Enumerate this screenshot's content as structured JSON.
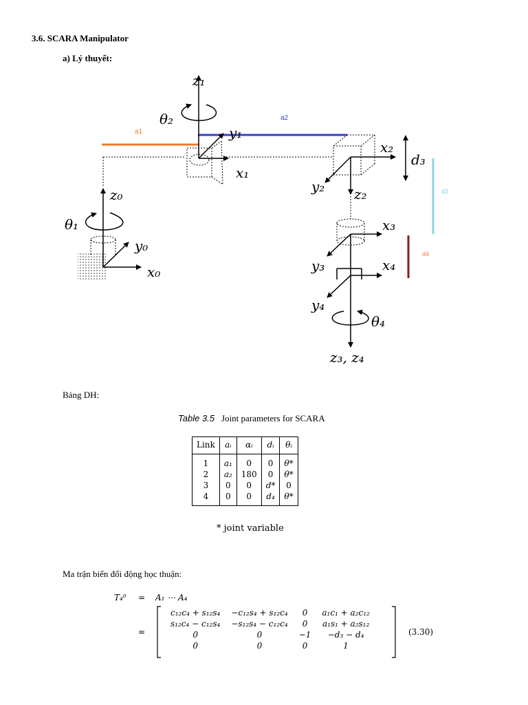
{
  "section_title": "3.6. SCARA Manipulator",
  "subsection_title": "a) Lý thuyết:",
  "diagram": {
    "labels": {
      "z1": "z₁",
      "theta2": "θ₂",
      "y1": "y₁",
      "x1": "x₁",
      "a1": "a1",
      "a2": "a2",
      "x2": "x₂",
      "d3_black": "d₃",
      "d3_color": "d3",
      "y2": "y₂",
      "z2": "z₂",
      "z0": "z₀",
      "theta1": "θ₁",
      "y0": "y₀",
      "x0": "x₀",
      "x3": "x₃",
      "y3": "y₃",
      "x4": "x₄",
      "d4": "d4",
      "y4": "y₄",
      "theta4": "θ₄",
      "z34": "z₃, z₄"
    },
    "colors": {
      "a1": "#f07c2a",
      "a2": "#3a3fc4",
      "d3": "#8ed3e6",
      "d4": "#8b1a1a"
    }
  },
  "dh_label": "Bảng DH:",
  "table": {
    "caption_label": "Table 3.5",
    "caption_text": "Joint parameters for SCARA",
    "headers": [
      "Link",
      "aᵢ",
      "αᵢ",
      "dᵢ",
      "θᵢ"
    ],
    "rows": [
      [
        "1",
        "a₁",
        "0",
        "0",
        "θ*"
      ],
      [
        "2",
        "a₂",
        "180",
        "0",
        "θ*"
      ],
      [
        "3",
        "0",
        "0",
        "d*",
        "0"
      ],
      [
        "4",
        "0",
        "0",
        "d₄",
        "θ*"
      ]
    ],
    "footnote": "* joint variable"
  },
  "forward_label": "Ma trận biến đổi động học thuận:",
  "equation": {
    "lhs": "T₄⁰",
    "eq": "=",
    "product": "A₁ ⋯ A₄",
    "matrix": [
      [
        "c₁₂c₄ + s₁₂s₄",
        "−c₁₂s₄ + s₁₂c₄",
        "0",
        "a₁c₁ + a₂c₁₂"
      ],
      [
        "s₁₂c₄ − c₁₂s₄",
        "−s₁₂s₄ − c₁₂c₄",
        "0",
        "a₁s₁ + a₂s₁₂"
      ],
      [
        "0",
        "0",
        "−1",
        "−d₃ − d₄"
      ],
      [
        "0",
        "0",
        "0",
        "1"
      ]
    ],
    "number": "(3.30)"
  }
}
